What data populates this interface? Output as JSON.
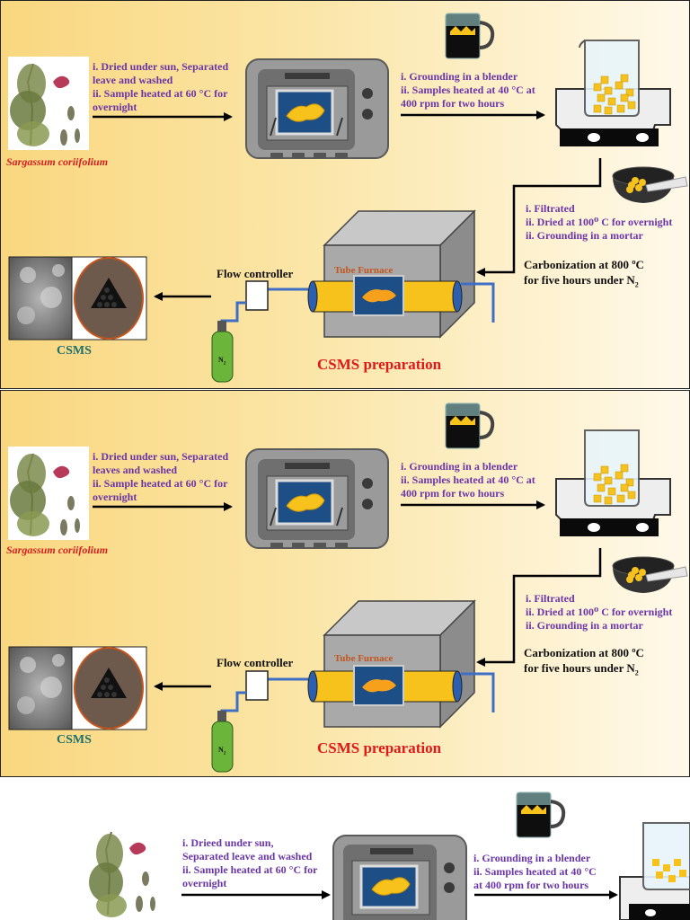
{
  "panels": [
    {
      "steps": {
        "drying": [
          "i. Dried under sun, Separated",
          "leave and washed",
          "ii. Sample heated at 60 °C for",
          "overnight"
        ],
        "grinding": [
          "i. Grounding in a blender",
          "ii. Samples heated at 40 °C at",
          "400 rpm for two hours"
        ],
        "filtering": [
          "i. Filtrated",
          "ii. Dried at 100⁰ C for overnight",
          "ii. Grounding in a mortar"
        ],
        "carbonization": [
          "Carbonization at 800 ºC",
          "for five hours under N"
        ],
        "n2_subscript": "2"
      },
      "species": "Sargassum coriifolium",
      "flow_controller": "Flow controller",
      "furnace_label": "Tube Furnace",
      "gas_label": "N",
      "gas_subscript": "2",
      "product": "CSMS",
      "title": "CSMS preparation"
    },
    {
      "steps": {
        "drying": [
          "i. Dried under sun, Separated",
          "leaves and washed",
          "ii. Sample heated at 60 °C for",
          "overnight"
        ],
        "grinding": [
          "i. Grounding in a blender",
          "ii. Samples heated at 40 °C at",
          "400 rpm for two hours"
        ],
        "filtering": [
          "i. Filtrated",
          "ii. Dried at 100⁰ C for overnight",
          "ii. Grounding in a mortar"
        ],
        "carbonization": [
          "Carbonization at 800 ºC",
          "for five hours under N"
        ],
        "n2_subscript": "2"
      },
      "species": "Sargassum coriifolium",
      "flow_controller": "Flow controller",
      "furnace_label": "Tube Furnace",
      "gas_label": "N",
      "gas_subscript": "2",
      "product": "CSMS",
      "title": "CSMS preparation"
    }
  ],
  "partial": {
    "drying": [
      "i. Drieed under sun,",
      "Separated leave and washed",
      "ii. Sample heated at 60 °C for",
      "overnight"
    ],
    "grinding": [
      "i. Grounding in a blender",
      "ii. Samples heated at 40 °C",
      "at 400 rpm for two hours"
    ]
  },
  "colors": {
    "purple_text": "#6a35a8",
    "title_red": "#e01818",
    "csms_teal": "#1f6f6a",
    "furnace_tube": "#f6c21b",
    "oven_gray": "#8e8e8e",
    "gas_cylinder": "#6ab53a",
    "pipe_blue": "#3f6fc4"
  }
}
